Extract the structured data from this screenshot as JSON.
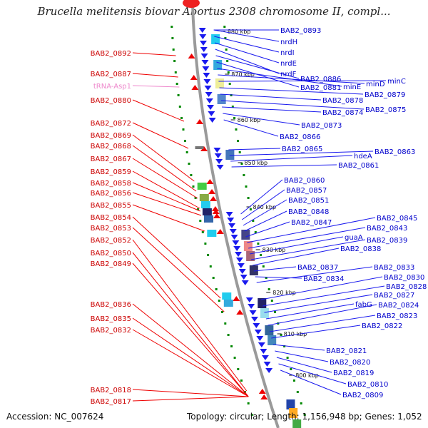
{
  "title": "Brucella melitensis biovar Abortus 2308 chromosome II, compl...",
  "accession": "Accession: NC_007624",
  "summary": "Topology: circular; Length: 1,156,948 bp; Genes: 1,052",
  "colors": {
    "left_strand": "#ee0000",
    "right_strand": "#1a1aee",
    "trna": "#ee88cc",
    "backbone": "#999999",
    "tick": "#008800"
  },
  "kbp_marks": [
    "880 kbp",
    "870 kbp",
    "860 kbp",
    "850 kbp",
    "840 kbp",
    "830 kbp",
    "820 kbp",
    "810 kbp",
    "800 kbp"
  ],
  "left_labels": [
    "BAB2_0892",
    "BAB2_0887",
    "tRNA-Asp1",
    "BAB2_0880",
    "BAB2_0872",
    "BAB2_0869",
    "BAB2_0868",
    "BAB2_0867",
    "BAB2_0859",
    "BAB2_0858",
    "BAB2_0856",
    "BAB2_0855",
    "BAB2_0854",
    "BAB2_0853",
    "BAB2_0852",
    "BAB2_0850",
    "BAB2_0849",
    "BAB2_0836",
    "BAB2_0835",
    "BAB2_0832",
    "BAB2_0818",
    "BAB2_0817"
  ],
  "right_labels": [
    "BAB2_0893",
    "nrdH",
    "nrdI",
    "nrdE",
    "nrdF",
    "BAB2_0886",
    "BAB2_0881",
    "minE",
    "minD",
    "minC",
    "BAB2_0879",
    "BAB2_0878",
    "BAB2_0875",
    "BAB2_0874",
    "BAB2_0873",
    "BAB2_0866",
    "BAB2_0865",
    "BAB2_0863",
    "hdeA",
    "BAB2_0861",
    "BAB2_0860",
    "BAB2_0857",
    "BAB2_0851",
    "BAB2_0848",
    "BAB2_0847",
    "BAB2_0845",
    "BAB2_0843",
    "guaA",
    "BAB2_0839",
    "BAB2_0838",
    "BAB2_0837",
    "BAB2_0834",
    "BAB2_0833",
    "BAB2_0830",
    "BAB2_0828",
    "BAB2_0827",
    "fabG",
    "BAB2_0824",
    "BAB2_0823",
    "BAB2_0822",
    "BAB2_0821",
    "BAB2_0820",
    "BAB2_0819",
    "BAB2_0810",
    "BAB2_0809"
  ]
}
